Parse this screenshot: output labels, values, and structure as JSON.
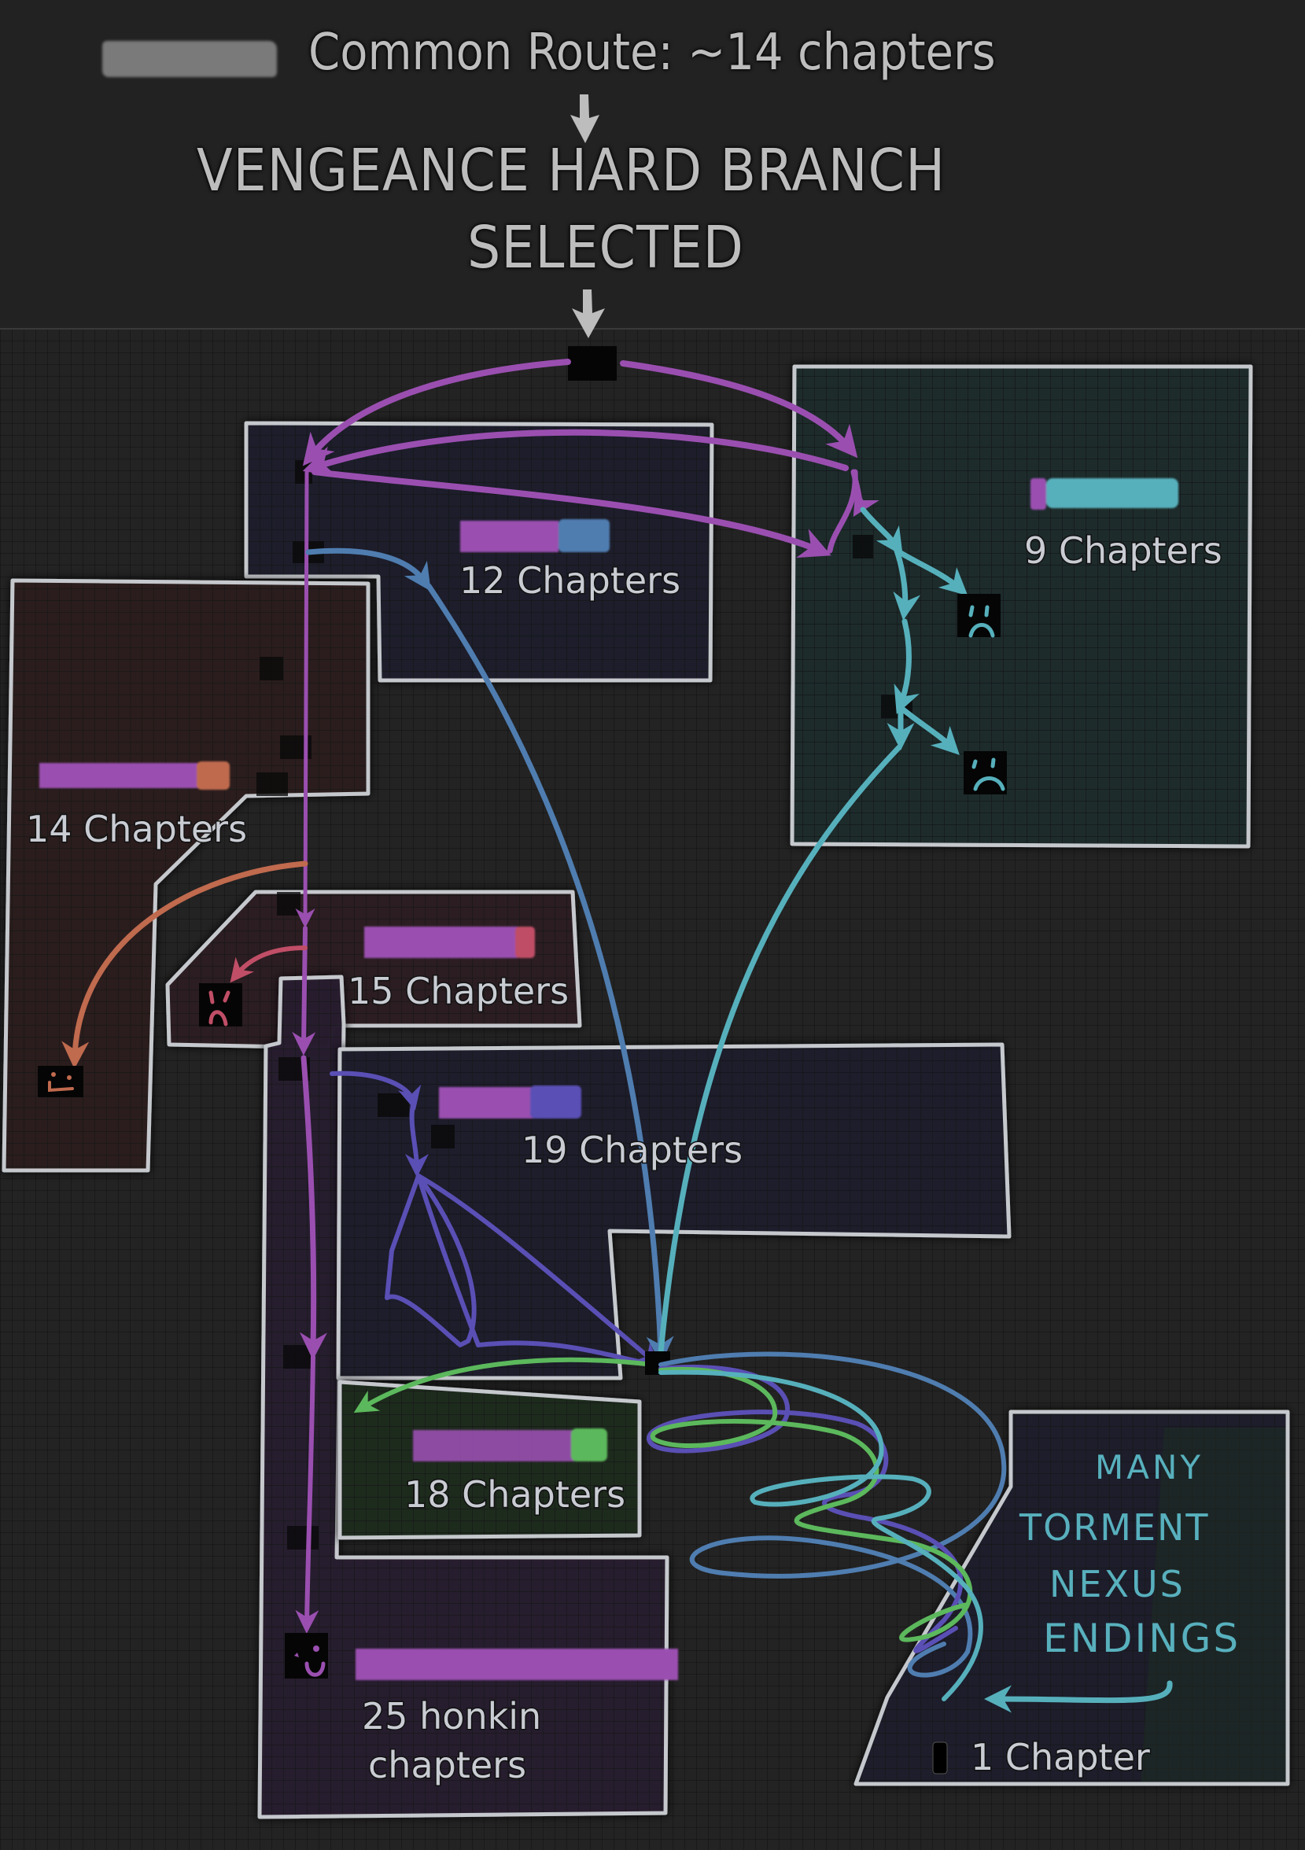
{
  "header": {
    "common_route": "Common Route: ~14 chapters",
    "branch_line1": "VENGEANCE HARD BRANCH",
    "branch_line2": "SELECTED",
    "redacted_label": "redacted-route-name"
  },
  "colors": {
    "background": "#222222",
    "grid_line": "#151515",
    "frame": "#c5c8cc",
    "common_purple": "#9a4fb0",
    "route_blue": "#4f7db0",
    "route_teal": "#56b0bc",
    "route_orange": "#c06a4e",
    "route_red": "#c04e66",
    "route_indigo": "#5a4fb4",
    "route_green": "#5cb85c",
    "header_text": "#bdbdbd"
  },
  "regions": [
    {
      "id": "route-12",
      "label": "12 Chapters",
      "chapters": 12,
      "legend_colors": [
        "#9a4fb0",
        "#4f7db0"
      ]
    },
    {
      "id": "route-9",
      "label": "9 Chapters",
      "chapters": 9,
      "legend_colors": [
        "#9a4fb0",
        "#56b0bc"
      ]
    },
    {
      "id": "route-14",
      "label": "14 Chapters",
      "chapters": 14,
      "legend_colors": [
        "#9a4fb0",
        "#c06a4e"
      ]
    },
    {
      "id": "route-15",
      "label": "15 Chapters",
      "chapters": 15,
      "legend_colors": [
        "#9a4fb0",
        "#c04e66"
      ]
    },
    {
      "id": "route-19",
      "label": "19 Chapters",
      "chapters": 19,
      "legend_colors": [
        "#9a4fb0",
        "#5a4fb4"
      ]
    },
    {
      "id": "route-18",
      "label": "18 Chapters",
      "chapters": 18,
      "legend_colors": [
        "#9a4fb0",
        "#5cb85c"
      ]
    },
    {
      "id": "route-25",
      "label_line1": "25 honkin",
      "label_line2": "chapters",
      "chapters": 25,
      "legend_colors": [
        "#9a4fb0"
      ]
    },
    {
      "id": "route-torment",
      "label": "1 Chapter",
      "chapters": 1,
      "note_lines": [
        "MANY",
        "TORMENT",
        "NEXUS",
        "ENDINGS"
      ]
    }
  ],
  "endings": [
    {
      "route": "route-9",
      "type": "sad-face"
    },
    {
      "route": "route-9",
      "type": "sad-face"
    },
    {
      "route": "route-14",
      "type": "happy-face"
    },
    {
      "route": "route-15",
      "type": "angry-face"
    },
    {
      "route": "route-25",
      "type": "happy-face"
    }
  ]
}
